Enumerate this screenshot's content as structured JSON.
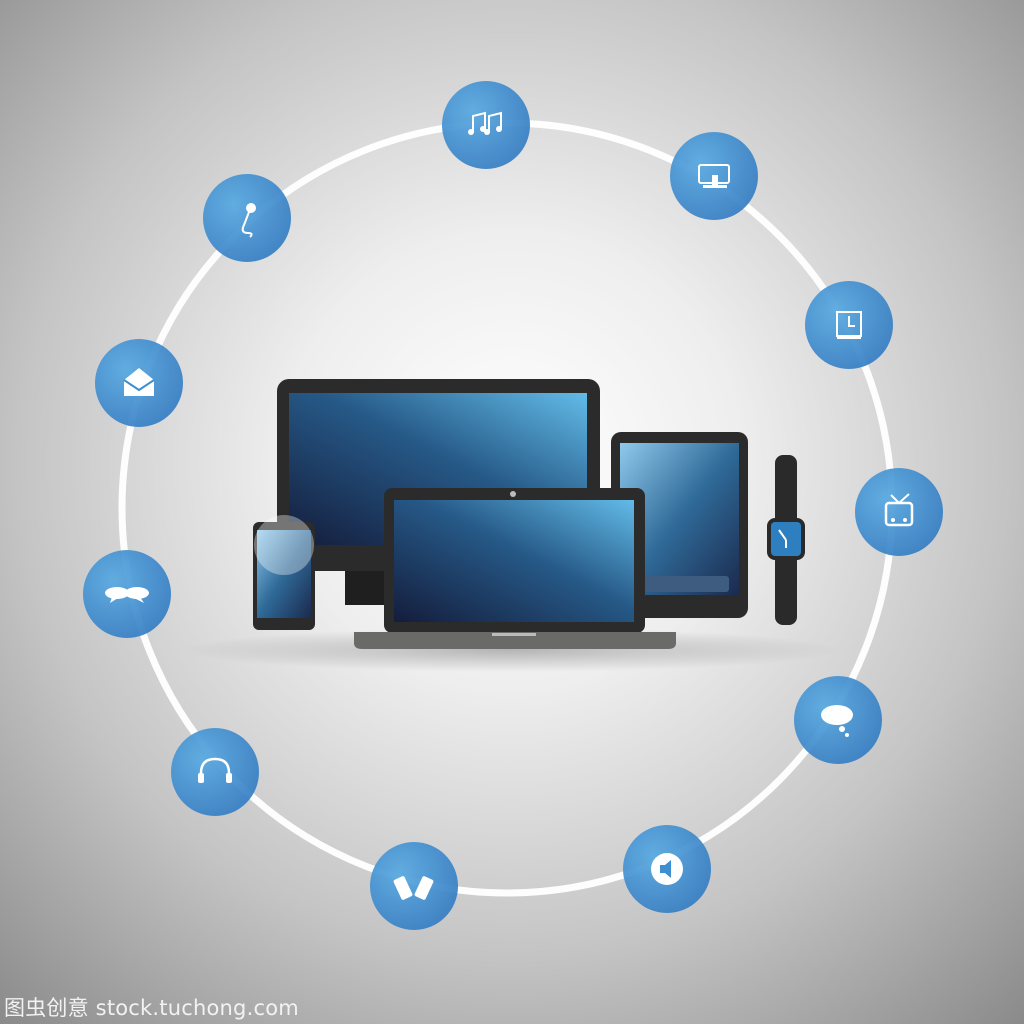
{
  "watermark": "图虫创意 stock.tuchong.com",
  "colors": {
    "bubble": "#3c8fd0",
    "ring": "#ffffff",
    "screen_dark": "#1b2645",
    "screen_light": "#5ab4e4",
    "device_body": "#2a2a2a"
  },
  "devices": [
    "desktop-monitor",
    "laptop",
    "tablet",
    "smartphone",
    "smartwatch"
  ],
  "icons": [
    "music-notes-icon",
    "microphone-icon",
    "projector-icon",
    "clock-icon",
    "envelope-icon",
    "tv-icon",
    "chat-bubbles-icon",
    "thought-bubble-icon",
    "headphones-icon",
    "mobile-phones-icon",
    "speaker-icon"
  ]
}
